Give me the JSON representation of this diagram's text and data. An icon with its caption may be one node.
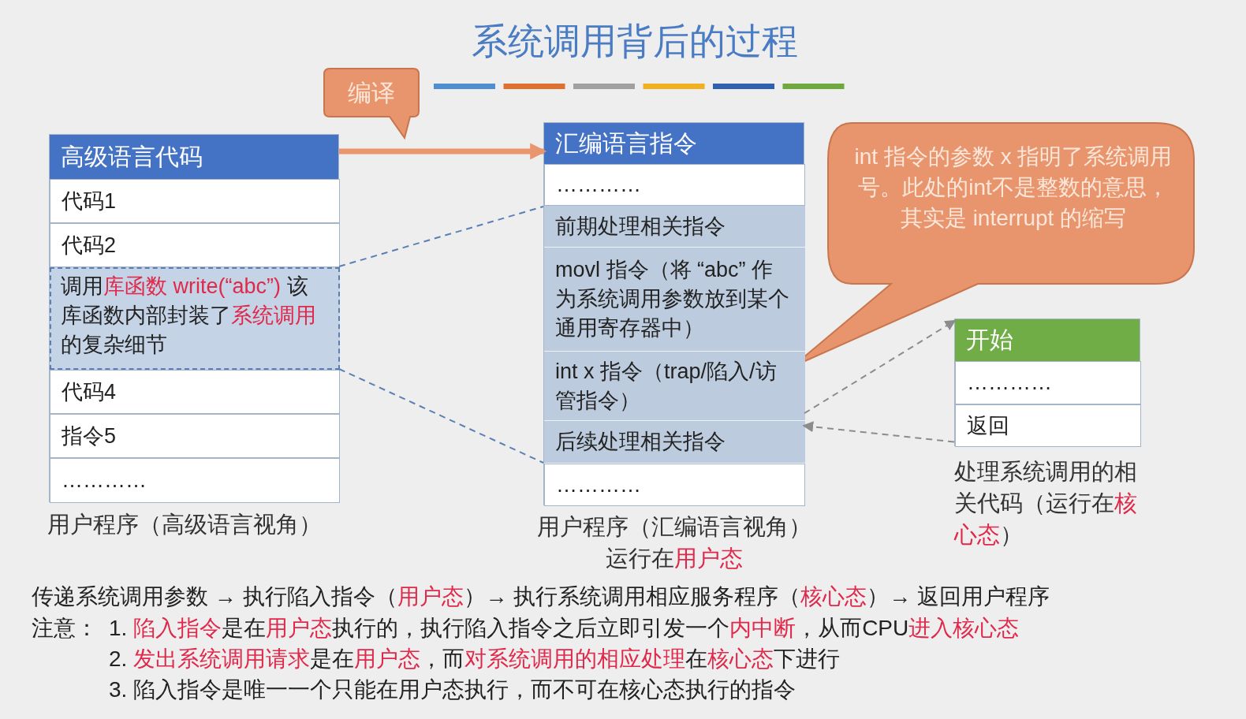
{
  "diagram": {
    "title": "系统调用背后的过程",
    "nodes": [
      {
        "text": [
          "高级语言代码"
        ],
        "beside": [
          "用户程序（高级语言视角）"
        ]
      },
      {
        "text": [
          "代码1"
        ],
        "in": 0
      },
      {
        "text": [
          "代码2"
        ],
        "in": 0
      },
      {
        "text": [
          "调用**库函数** **write(“abc”)** 该库函数内部封装了**系统调用**的复杂细节"
        ],
        "in": 0
      },
      {
        "text": [
          "代码4"
        ],
        "in": 0
      },
      {
        "text": [
          "指令5"
        ],
        "in": 0
      },
      {
        "text": [
          "…………"
        ],
        "in": 0
      },
      {
        "text": [
          "编译"
        ]
      },
      {
        "text": [
          "汇编语言指令"
        ],
        "beside": [
          "用户程序（汇编语言视角）",
          "运行在**用户态**"
        ]
      },
      {
        "text": [
          "…………"
        ],
        "in": 8
      },
      {
        "text": [],
        "shape": "box",
        "in": 8
      },
      {
        "text": [
          "前期处理相关指令"
        ],
        "in": 10
      },
      {
        "text": [
          "movl 指令（将 “abc” 作为系统调用参数放到某个通用寄存器中）"
        ],
        "in": 10
      },
      {
        "text": [
          "int x 指令（trap/陷入/访管指令）"
        ],
        "in": 10
      },
      {
        "text": [
          "后续处理相关指令"
        ],
        "in": 10
      },
      {
        "text": [
          "…………"
        ],
        "in": 8
      },
      {
        "text": [
          "int 指令的参数 x 指明了系统调用号。此处的int不是整数的意思，其实是 interrupt 的缩写"
        ]
      },
      {
        "text": [
          "开始"
        ],
        "beside": [
          "处理系统调用的相关代码（运行在**核心态**）"
        ]
      },
      {
        "text": [
          "…………"
        ],
        "in": 17
      },
      {
        "text": [
          "返回"
        ],
        "in": 17
      }
    ],
    "edges": [
      {
        "from": 0,
        "to": 8,
        "arrow": "to",
        "style": "thick",
        "color": "#e9956e"
      },
      {
        "from": 3,
        "to": 10,
        "arrow": "none",
        "style": "dashed",
        "color": "#5b7fb5"
      },
      {
        "from": 3,
        "to": 10,
        "arrow": "none",
        "style": "dashed",
        "color": "#5b7fb5"
      },
      {
        "from": 13,
        "to": 17,
        "arrow": "to",
        "style": "dashed"
      },
      {
        "from": 19,
        "to": 14,
        "arrow": "to",
        "style": "dashed"
      }
    ],
    "labels": [
      "传递系统调用参数 → 执行陷入指令（**用户态**）→ 执行系统调用相应服务程序（**核心态**）→ 返回用户程序",
      "注意：",
      "1. **陷入指令**是在**用户态**执行的，执行陷入指令之后立即引发一个**内中断**，从而CPU**进入核心态**",
      "2. **发出系统调用请求**是在**用户态**，而**对系统调用的相应处理**在**核心态**下进行",
      "3. 陷入指令是唯一一个只能在用户态执行，而不可在核心态执行的指令"
    ]
  }
}
